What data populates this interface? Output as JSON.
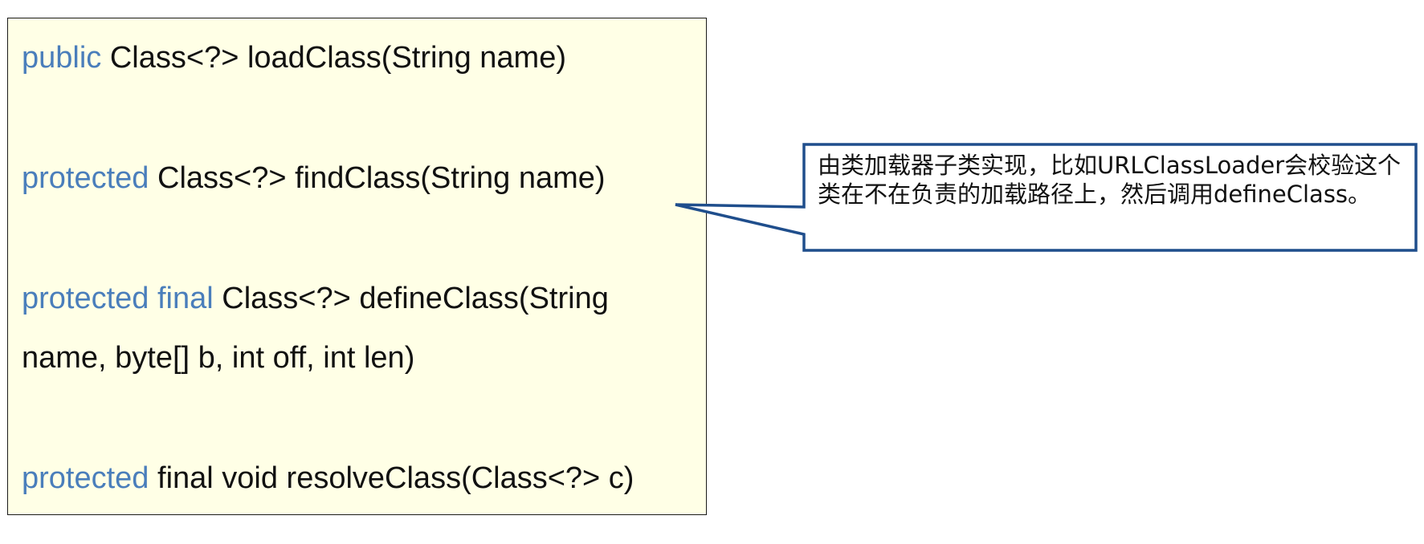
{
  "code_box": {
    "lines": [
      {
        "segments": [
          {
            "text": "public",
            "style": "keyword"
          },
          {
            "text": " Class<?> loadClass(String name)",
            "style": "plain"
          }
        ]
      },
      {
        "segments": [
          {
            "text": "protected",
            "style": "keyword"
          },
          {
            "text": " Class<?> findClass(String name)",
            "style": "plain"
          }
        ]
      },
      {
        "segments": [
          {
            "text": "protected final",
            "style": "keyword"
          },
          {
            "text": " Class<?> defineClass(String",
            "style": "plain"
          }
        ]
      },
      {
        "segments": [
          {
            "text": "name, byte[] b, int off, int len)",
            "style": "plain"
          }
        ]
      },
      {
        "segments": [
          {
            "text": "protected",
            "style": "keyword"
          },
          {
            "text": " final void resolveClass(Class<?> c)",
            "style": "plain"
          }
        ]
      }
    ]
  },
  "callout": {
    "text": "由类加载器子类实现，比如URLClassLoader会校验这个类在不在负责的加载路径上，然后调用defineClass。",
    "points_to": "findClass"
  },
  "colors": {
    "keyword": "#4a7ebb",
    "code_background": "#ffffe6",
    "callout_border": "#1f4e8c"
  }
}
